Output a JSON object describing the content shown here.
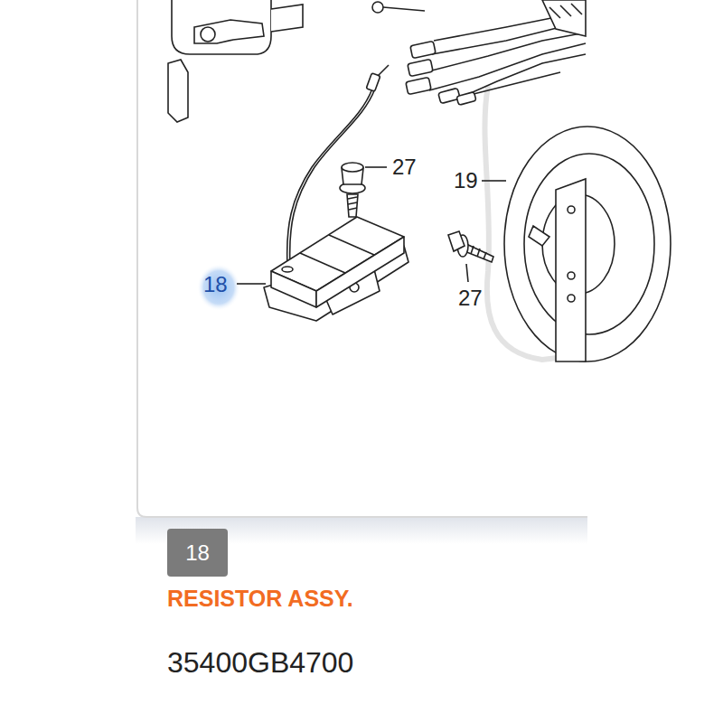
{
  "diagram": {
    "nodes": [
      {
        "text": [
          "18"
        ]
      }
    ],
    "labels": [
      "27",
      "19",
      "18",
      "27",
      "RESISTOR ASSY.",
      "35400GB4700"
    ]
  }
}
